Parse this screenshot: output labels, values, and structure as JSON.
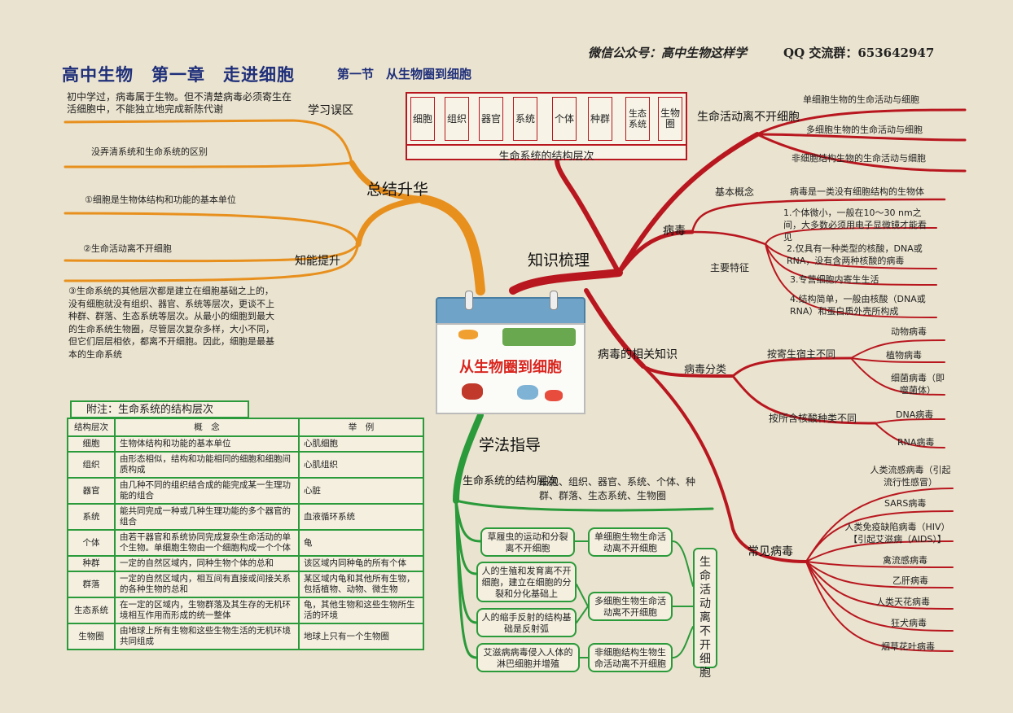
{
  "header": {
    "title": "高中生物　第一章　走进细胞",
    "subtitle": "第一节　从生物圈到细胞",
    "wechat": "微信公众号：高中生物这样学",
    "qq": "QQ 交流群：653642947"
  },
  "center": {
    "label": "从生物圈到细胞"
  },
  "summary": {
    "label": "总结升华",
    "mistakes": {
      "label": "学习误区",
      "items": [
        "初中学过，病毒属于生物。但不清楚病毒必须寄生在活细胞中，不能独立地完成新陈代谢",
        "没弄清系统和生命系统的区别"
      ]
    },
    "ability": {
      "label": "知能提升",
      "items": [
        "①细胞是生物体结构和功能的基本单位",
        "②生命活动离不开细胞",
        "③生命系统的其他层次都是建立在细胞基础之上的，没有细胞就没有组织、器官、系统等层次，更谈不上种群、群落、生态系统等层次。从最小的细胞到最大的生命系统生物圈，尽管层次复杂多样，大小不同，但它们层层相依，都离不开细胞。因此，细胞是最基本的生命系统"
      ]
    }
  },
  "knowledge": {
    "label": "知识梳理",
    "chain": [
      "细胞",
      "组织",
      "器官",
      "系统",
      "个体",
      "种群",
      "生态系统",
      "生物圈"
    ],
    "chain_caption": "生命系统的结构层次",
    "life_activity": {
      "label": "生命活动离不开细胞",
      "items": [
        "单细胞生物的生命活动与细胞",
        "多细胞生物的生命活动与细胞",
        "非细胞结构生物的生命活动与细胞"
      ]
    },
    "virus": {
      "label": "病毒",
      "concept_label": "基本概念",
      "concept": "病毒是一类没有细胞结构的生物体",
      "features_label": "主要特征",
      "features": [
        "1.个体微小，一般在10～30 nm之间，大多数必须用电子显微镜才能看见",
        "2.仅具有一种类型的核酸，DNA或RNA，没有含两种核酸的病毒",
        "3.专营细胞内寄生生活",
        "4.结构简单，一般由核酸（DNA或RNA）和蛋白质外壳所构成"
      ]
    }
  },
  "virus_knowledge": {
    "label": "病毒的相关知识",
    "classification": {
      "label": "病毒分类",
      "by_host": {
        "label": "按寄生宿主不同",
        "items": [
          "动物病毒",
          "植物病毒",
          "细菌病毒（即噬菌体）"
        ]
      },
      "by_acid": {
        "label": "按所含核酸种类不同",
        "items": [
          "DNA病毒",
          "RNA病毒"
        ]
      }
    },
    "common": {
      "label": "常见病毒",
      "items": [
        "人类流感病毒（引起流行性感冒）",
        "SARS病毒",
        "人类免疫缺陷病毒（HIV）【引起艾滋病（AIDS）】",
        "禽流感病毒",
        "乙肝病毒",
        "人类天花病毒",
        "狂犬病毒",
        "烟草花叶病毒"
      ]
    }
  },
  "method": {
    "label": "学法指导",
    "levels_label": "生命系统的结构层次",
    "levels_text": "细胞、组织、器官、系统、个体、种群、群落、生态系统、生物圈",
    "examples": [
      {
        "text": "草履虫的运动和分裂离不开细胞",
        "category": "单细胞生物生命活动离不开细胞"
      },
      {
        "text": "人的生殖和发育离不开细胞，建立在细胞的分裂和分化基础上",
        "category": "多细胞生物生命活动离不开细胞"
      },
      {
        "text": "人的缩手反射的结构基础是反射弧",
        "category": ""
      },
      {
        "text": "艾滋病病毒侵入人体的淋巴细胞并增殖",
        "category": "非细胞结构生物生命活动离不开细胞"
      }
    ],
    "conclusion": "生命活动离不开细胞"
  },
  "table": {
    "title": "附注：生命系统的结构层次",
    "headers": [
      "结构层次",
      "概　念",
      "举　例"
    ],
    "rows": [
      [
        "细胞",
        "生物体结构和功能的基本单位",
        "心肌细胞"
      ],
      [
        "组织",
        "由形态相似，结构和功能相同的细胞和细胞间质构成",
        "心肌组织"
      ],
      [
        "器官",
        "由几种不同的组织结合成的能完成某一生理功能的组合",
        "心脏"
      ],
      [
        "系统",
        "能共同完成一种或几种生理功能的多个器官的组合",
        "血液循环系统"
      ],
      [
        "个体",
        "由若干器官和系统协同完成复杂生命活动的单个生物。单细胞生物由一个细胞构成一个个体",
        "龟"
      ],
      [
        "种群",
        "一定的自然区域内，同种生物个体的总和",
        "该区域内同种龟的所有个体"
      ],
      [
        "群落",
        "一定的自然区域内，相互间有直接或间接关系的各种生物的总和",
        "某区域内龟和其他所有生物，包括植物、动物、微生物"
      ],
      [
        "生态系统",
        "在一定的区域内，生物群落及其生存的无机环境相互作用而形成的统一整体",
        "龟，其他生物和这些生物所生活的环境"
      ],
      [
        "生物圈",
        "由地球上所有生物和这些生物生活的无机环境共同组成",
        "地球上只有一个生物圈"
      ]
    ]
  },
  "colors": {
    "orange": "#e8901e",
    "red": "#b8171f",
    "green": "#2a9a3a",
    "title": "#1f2f7a"
  }
}
